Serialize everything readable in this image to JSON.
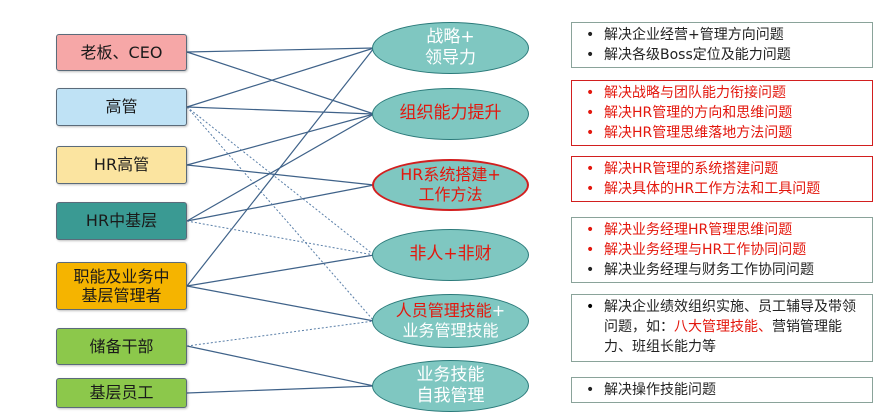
{
  "roles": [
    {
      "label": "老板、CEO",
      "fill": "#f6a7a7"
    },
    {
      "label": "高管",
      "fill": "#bfe2f5"
    },
    {
      "label": "HR高管",
      "fill": "#fbe4a0"
    },
    {
      "label": "HR中基层",
      "fill": "#3a9a93"
    },
    {
      "label": "职能及业务中\n基层管理者",
      "fill": "#f5b400"
    },
    {
      "label": "储备干部",
      "fill": "#8cc84b"
    },
    {
      "label": "基层员工",
      "fill": "#8cc84b"
    }
  ],
  "courses": [
    {
      "label": "战略+\n领导力",
      "color": "#ffffff"
    },
    {
      "label": "组织能力提升",
      "color": "#e3170d"
    },
    {
      "label": "HR系统搭建+\n工作方法",
      "color": "#e3170d"
    },
    {
      "label": "非人+非财",
      "color": "#e3170d"
    },
    {
      "label_red": "人员管理技能",
      "label_white": "+\n业务管理技能"
    },
    {
      "label": "业务技能\n自我管理",
      "color": "#ffffff"
    }
  ],
  "problems": [
    {
      "items": [
        {
          "text": "解决企业经营+管理方向问题",
          "color": "black"
        },
        {
          "text": "解决各级Boss定位及能力问题",
          "color": "black"
        }
      ]
    },
    {
      "items": [
        {
          "text": "解决战略与团队能力衔接问题",
          "color": "red"
        },
        {
          "text": "解决HR管理的方向和思维问题",
          "color": "red"
        },
        {
          "text": "解决HR管理思维落地方法问题",
          "color": "red"
        }
      ]
    },
    {
      "items": [
        {
          "text": "解决HR管理的系统搭建问题",
          "color": "red"
        },
        {
          "text": "解决具体的HR工作方法和工具问题",
          "color": "red"
        }
      ]
    },
    {
      "items": [
        {
          "text": "解决业务经理HR管理思维问题",
          "color": "red"
        },
        {
          "text": "解决业务经理与HR工作协同问题",
          "color": "red"
        },
        {
          "text": "解决业务经理与财务工作协同问题",
          "color": "black"
        }
      ]
    },
    {
      "items": [
        {
          "parts": [
            {
              "text": "解决企业绩效组织实施、员工辅导及带领问题，如：",
              "color": "black"
            },
            {
              "text": "八大管理技能、",
              "color": "red"
            },
            {
              "text": "营销管理能力、班组长能力等",
              "color": "black"
            }
          ]
        }
      ]
    },
    {
      "items": [
        {
          "text": "解决操作技能问题",
          "color": "black"
        }
      ]
    }
  ],
  "connections_solid": [
    [
      0,
      0
    ],
    [
      0,
      1
    ],
    [
      1,
      0
    ],
    [
      1,
      1
    ],
    [
      2,
      1
    ],
    [
      2,
      2
    ],
    [
      3,
      1
    ],
    [
      3,
      2
    ],
    [
      4,
      0
    ],
    [
      4,
      3
    ],
    [
      4,
      4
    ],
    [
      5,
      5
    ],
    [
      6,
      5
    ]
  ],
  "connections_dashed": [
    [
      1,
      3
    ],
    [
      1,
      4
    ],
    [
      3,
      3
    ],
    [
      5,
      4
    ]
  ]
}
